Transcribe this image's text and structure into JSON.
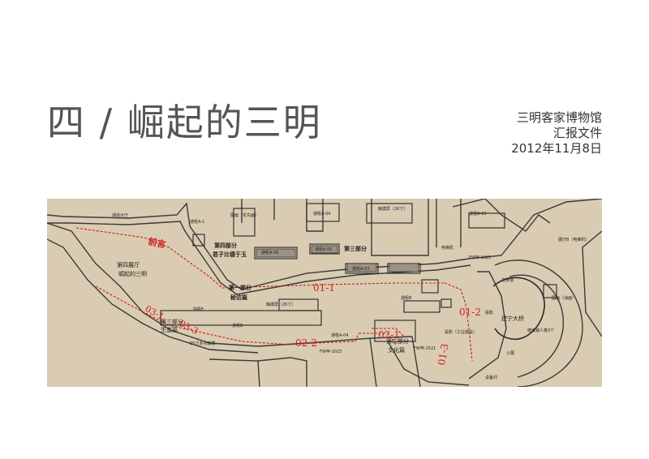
{
  "slide": {
    "title": "四 / 崛起的三明",
    "meta": [
      "三明客家博物馆",
      "汇报文件",
      "2012年11月8日"
    ]
  },
  "plan": {
    "labels": {
      "entrance_lobby": "通道大厅",
      "preface": "前言",
      "hall4": "第四展厅",
      "hall4_sub": "崛起的三明",
      "part4": "第四部分",
      "part4_sub": "君子比德于玉",
      "part1": "第一部分",
      "part1_sub": "秘访篇",
      "part3": "第三部分",
      "part3_sub": "生态篇",
      "part3b": "第三部分",
      "part2": "第二部分",
      "part2_sub": "文化篇",
      "section_0101": "01-1",
      "section_0102": "01-2",
      "section_0103": "01-3",
      "section_0201": "02-1",
      "section_0202": "02-2",
      "section_0301": "03-1",
      "section_0303": "03-3",
      "screen": "触摸屏（26寸）",
      "screen2": "触摸屏（26寸）",
      "showcase_a03": "通柜A-03",
      "showcase_a04": "通柜A-04",
      "showcase_a05": "通柜A-05",
      "showcase_a06": "通柜A-06",
      "showcase_b03": "通柜B-03",
      "showcase_a1": "通柜A-1",
      "showcase_b": "通柜B",
      "cabinet_e": "独柜E",
      "projection": "投影",
      "projection2": "投影（工业建设）",
      "sanming_bridge": "建宁大桥",
      "elevator": "电梯机",
      "backdrop": "背景墙",
      "hall_jump": "展览间",
      "landscape": "国画（油画）",
      "flag": "玻璃钢人像3个",
      "equip": "设备间",
      "touch55": "55寸多点触摸",
      "fw1021": "FW甲-1021",
      "fw1023": "FW甲-1023",
      "fw1521": "FW甲-1521",
      "fw1321": "FW甲-1321",
      "fire": "消防通道",
      "ticket": "展厅B（电梯机）",
      "hall_sm": "小展",
      "map_text": "图画（花鸟画）"
    }
  }
}
